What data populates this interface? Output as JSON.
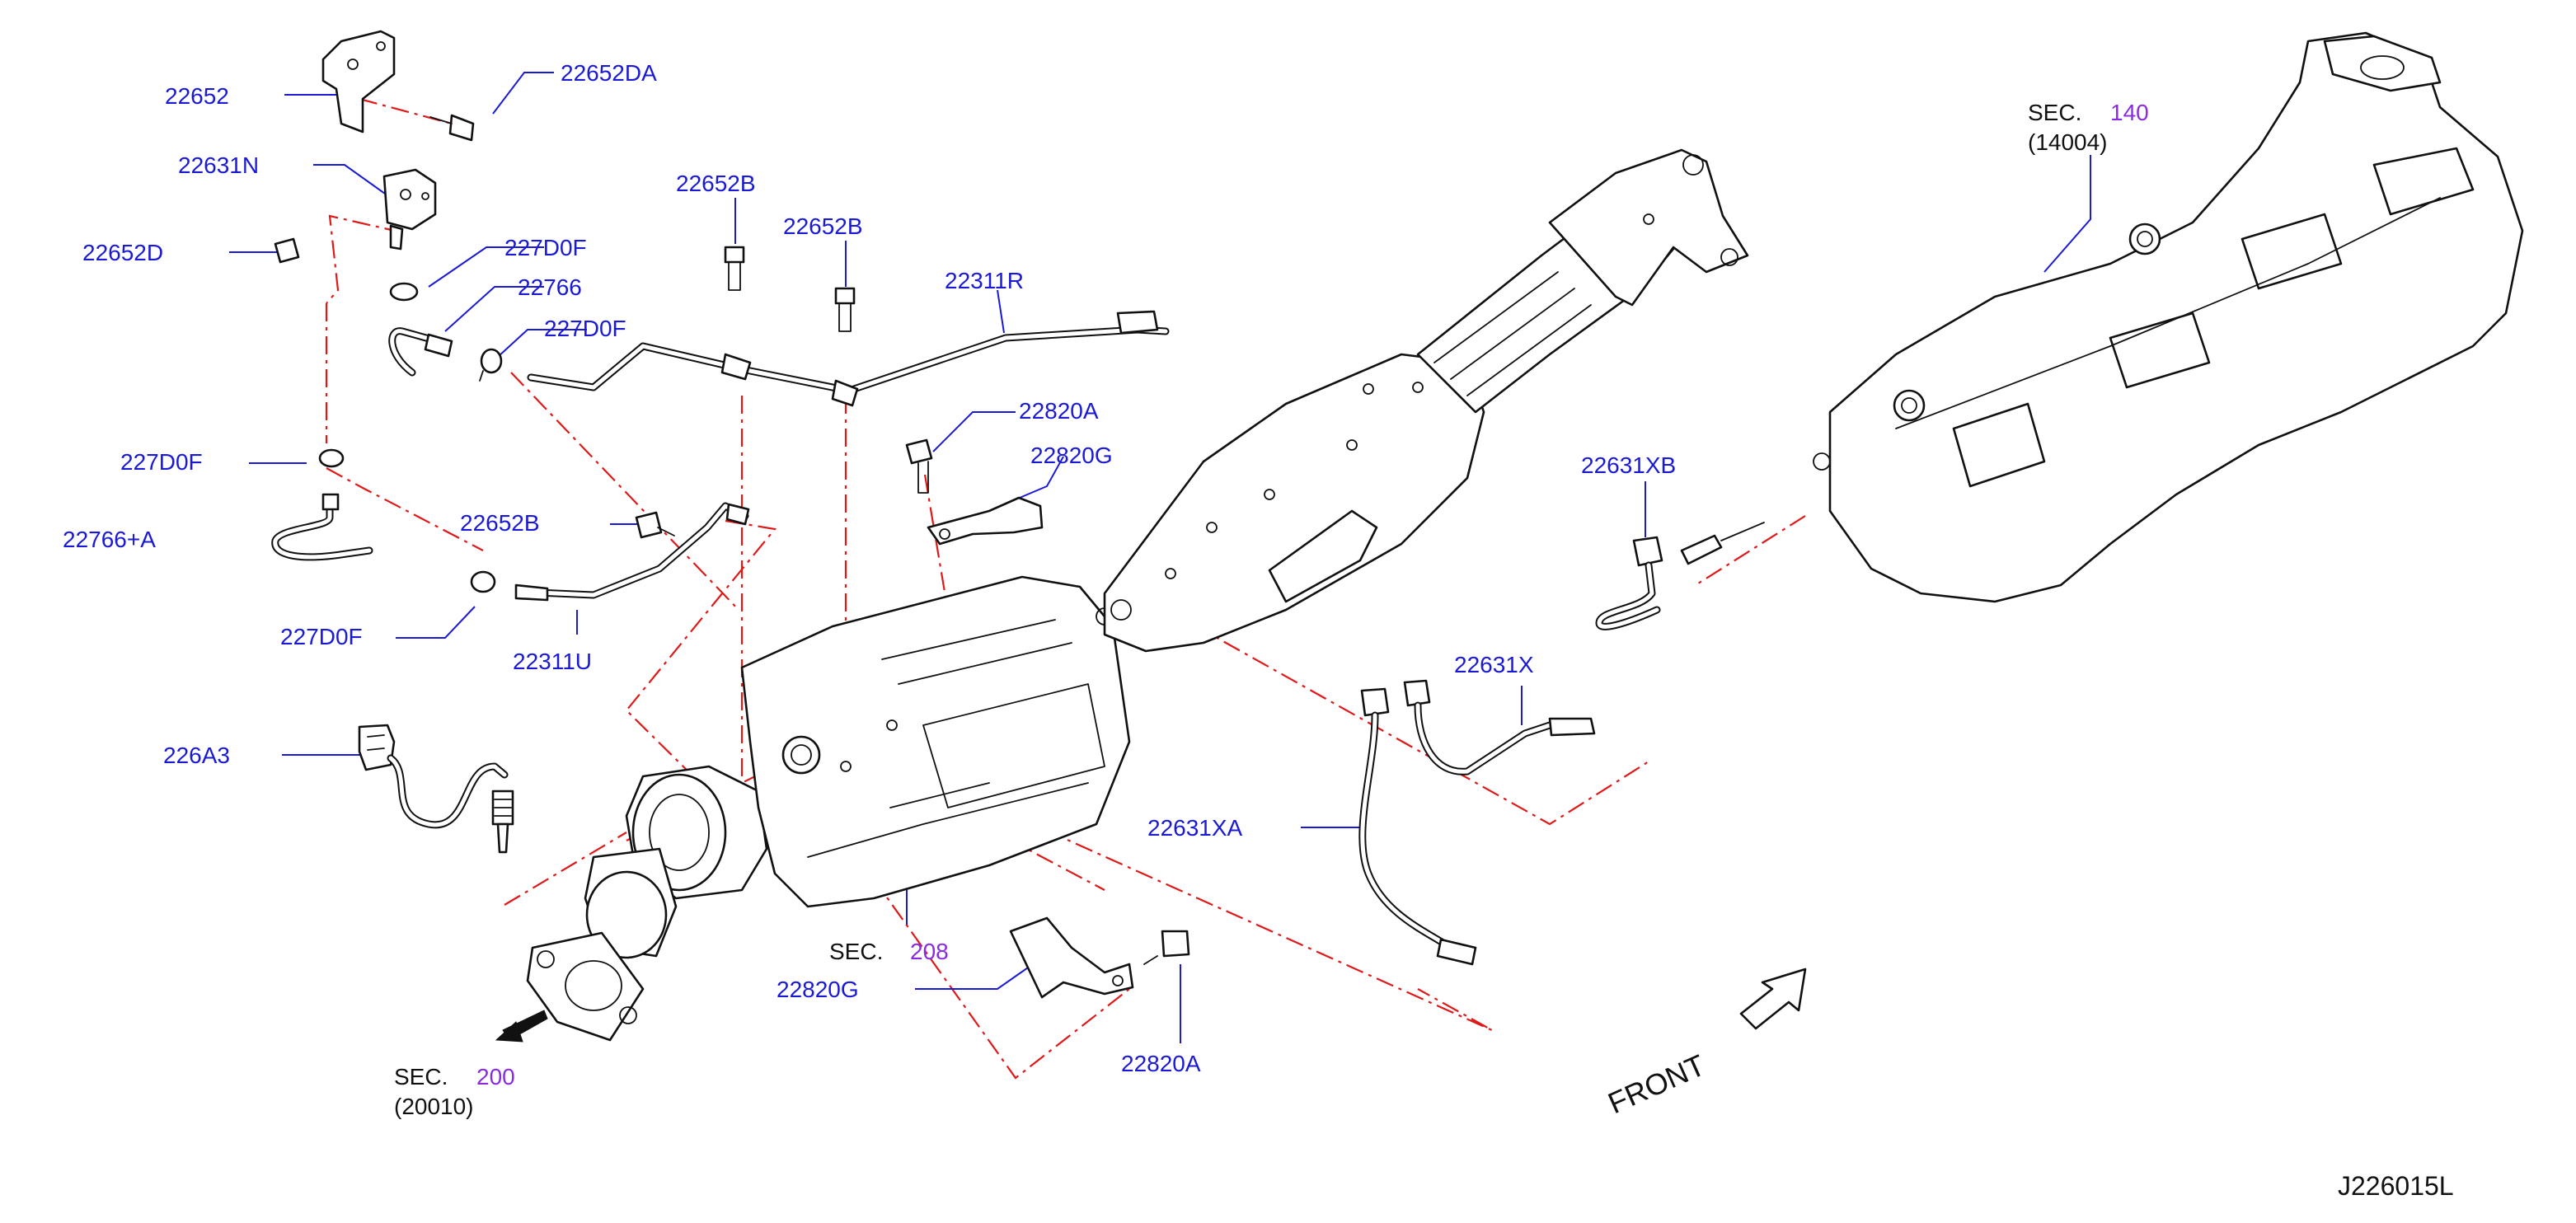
{
  "labels": {
    "p22652": "22652",
    "p22652DA": "22652DA",
    "p22631N": "22631N",
    "p22652D": "22652D",
    "p227D0F_a": "227D0F",
    "p22766": "22766",
    "p227D0F_b": "227D0F",
    "p22652B_a": "22652B",
    "p22652B_b": "22652B",
    "p22311R": "22311R",
    "p227D0F_c": "227D0F",
    "p22766A": "22766+A",
    "p22652B_c": "22652B",
    "p227D0F_d": "227D0F",
    "p22311U": "22311U",
    "p22820A_a": "22820A",
    "p22820G_a": "22820G",
    "p22631XB": "22631XB",
    "p22631X": "22631X",
    "p226A3": "226A3",
    "p22631XA": "22631XA",
    "p22820G_b": "22820G",
    "p22820A_b": "22820A"
  },
  "sections": {
    "sec140": {
      "prefix": "SEC.",
      "number": "140",
      "ref": "(14004)"
    },
    "sec208": {
      "prefix": "SEC.",
      "number": "208"
    },
    "sec200": {
      "prefix": "SEC.",
      "number": "200",
      "ref": "(20010)"
    }
  },
  "front_label": "FRONT",
  "drawing_id": "J226015L",
  "colors": {
    "part_label": "#1a1ad6",
    "section_number": "#8a2be2",
    "centerline": "#e01818",
    "outline": "#111111"
  }
}
